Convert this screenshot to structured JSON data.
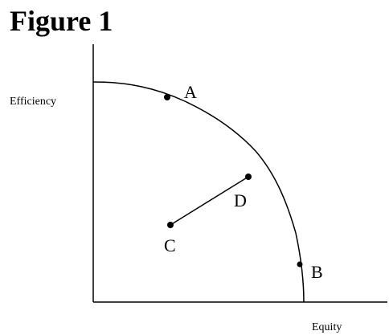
{
  "figure": {
    "title": "Figure 1"
  },
  "axes": {
    "y_label": "Efficiency",
    "x_label": "Equity"
  },
  "points": [
    {
      "id": "A",
      "label": "A"
    },
    {
      "id": "B",
      "label": "B"
    },
    {
      "id": "C",
      "label": "C"
    },
    {
      "id": "D",
      "label": "D"
    }
  ],
  "segments": [
    {
      "from": "C",
      "to": "D"
    }
  ],
  "colors": {
    "ink": "#000000",
    "background": "#ffffff"
  }
}
